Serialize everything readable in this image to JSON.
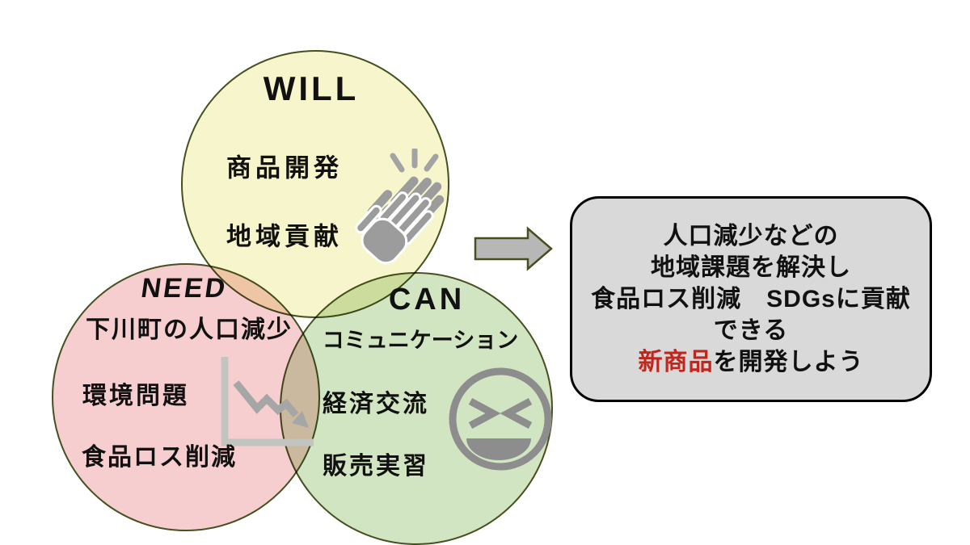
{
  "venn": {
    "will": {
      "label": "WILL",
      "items": [
        "商品開発",
        "地域貢献"
      ]
    },
    "need": {
      "label": "NEED",
      "items": [
        "下川町の人口減少",
        "環境問題",
        "食品ロス削減"
      ]
    },
    "can": {
      "label": "CAN",
      "items": [
        "コミュニケーション",
        "経済交流",
        "販売実習"
      ]
    }
  },
  "icons": {
    "will": "clapping-hands-icon",
    "need": "declining-line-chart-icon",
    "can": "laughing-face-icon",
    "connector": "right-block-arrow"
  },
  "result_box": {
    "lines": [
      "人口減少などの",
      "地域課題を解決し",
      "食品ロス削減　SDGsに貢献",
      "できる"
    ],
    "final_line": {
      "highlight": "新商品",
      "suffix": "を開発しよう"
    }
  },
  "colors": {
    "will_fill": "#f7f5cc",
    "need_fill": "#f6cecf",
    "can_fill": "#d2e5c3",
    "circle_outline": "#44501e",
    "box_fill": "#d9d9d9",
    "box_border": "#000000",
    "highlight_red": "#c0261c",
    "icon_gray": "#9c9c9c",
    "arrow_fill": "#b7b7b7",
    "text_black": "#111111"
  }
}
